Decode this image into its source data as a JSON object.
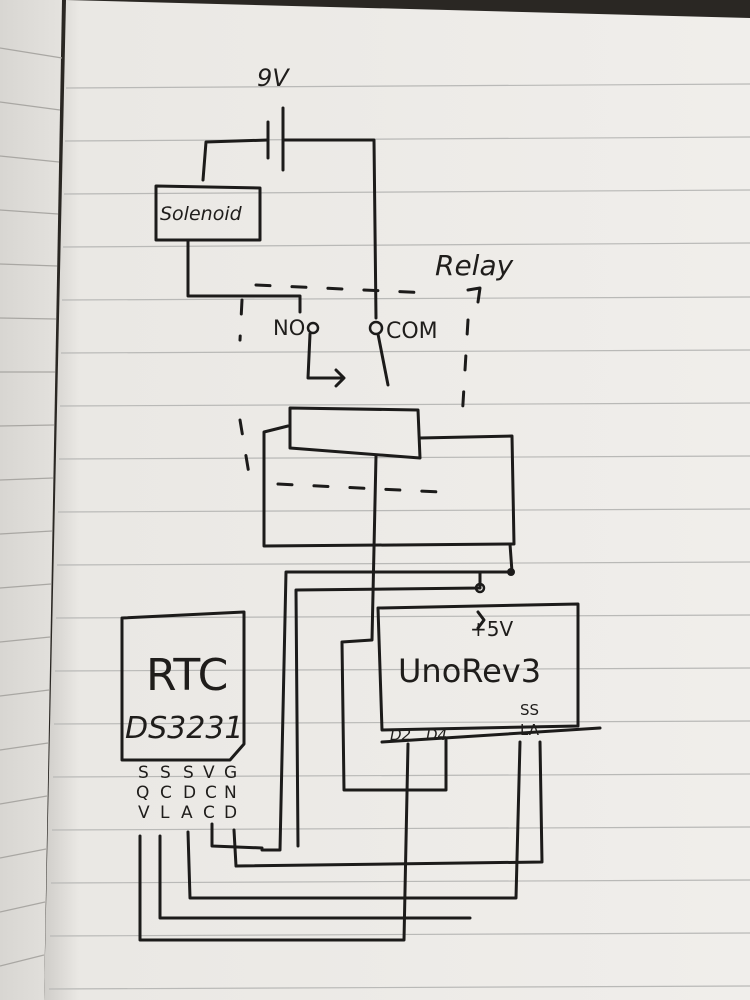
{
  "labels": {
    "battery": "9V",
    "solenoid": "Solenoid",
    "relay": "Relay",
    "no": "NO",
    "com": "COM",
    "rtc_title": "RTC",
    "rtc_model": "DS3231",
    "rtc_pins": [
      {
        "top": "S",
        "mid": "Q",
        "bot": "V"
      },
      {
        "top": "S",
        "mid": "C",
        "bot": "L"
      },
      {
        "top": "S",
        "mid": "D",
        "bot": "A"
      },
      {
        "top": "V",
        "mid": "C",
        "bot": "C"
      },
      {
        "top": "G",
        "mid": "N",
        "bot": "D"
      }
    ],
    "uno": "UnoRev3",
    "plus5v": "+5V",
    "d2": "D2",
    "d4": "D4",
    "scl_top": "SS",
    "scl_bot": "LA"
  },
  "colors": {
    "paper": "#efedea",
    "ink": "#1c1b1a",
    "rule": "#b9b9b7",
    "shadow": "#2a2723"
  }
}
